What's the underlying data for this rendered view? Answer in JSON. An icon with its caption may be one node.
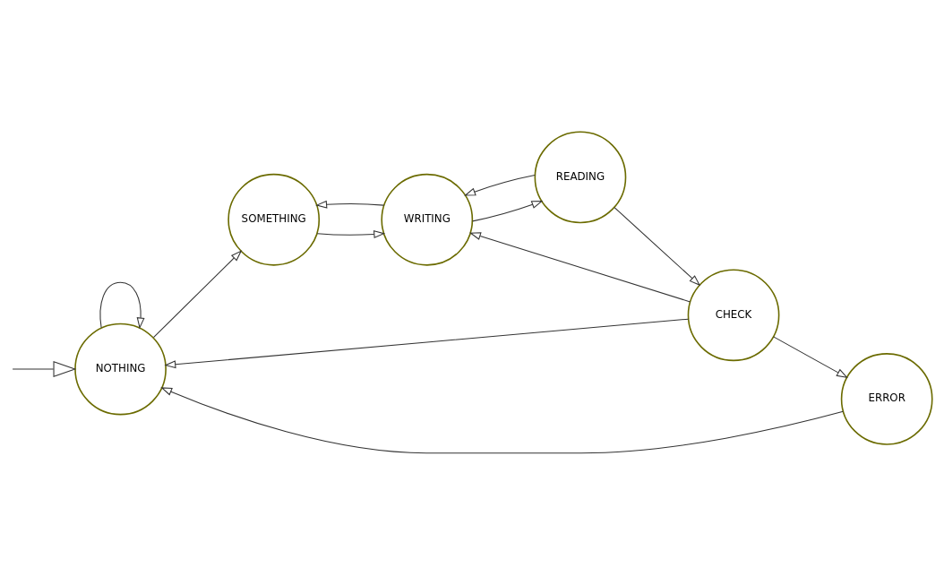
{
  "diagram": {
    "nodes": [
      {
        "text": [
          "NOTHING"
        ]
      },
      {
        "text": [
          "SOMETHING"
        ]
      },
      {
        "text": [
          "WRITING"
        ]
      },
      {
        "text": [
          "READING"
        ]
      },
      {
        "text": [
          "CHECK"
        ]
      },
      {
        "text": [
          "ERROR"
        ]
      }
    ],
    "edges": [
      {
        "from": null,
        "to": 0,
        "arrow": "to"
      },
      {
        "from": 0,
        "to": 0,
        "arrow": "to"
      },
      {
        "from": 0,
        "to": 1,
        "arrow": "to"
      },
      {
        "from": 1,
        "to": 2,
        "arrow": "to"
      },
      {
        "from": 2,
        "to": 1,
        "arrow": "to"
      },
      {
        "from": 2,
        "to": 3,
        "arrow": "to"
      },
      {
        "from": 3,
        "to": 2,
        "arrow": "to"
      },
      {
        "from": 4,
        "to": 2,
        "arrow": "to"
      },
      {
        "from": 3,
        "to": 4,
        "arrow": "to"
      },
      {
        "from": 4,
        "to": 0,
        "arrow": "to"
      },
      {
        "from": 4,
        "to": 5,
        "arrow": "to"
      },
      {
        "from": 5,
        "to": 0,
        "arrow": "to"
      }
    ]
  }
}
